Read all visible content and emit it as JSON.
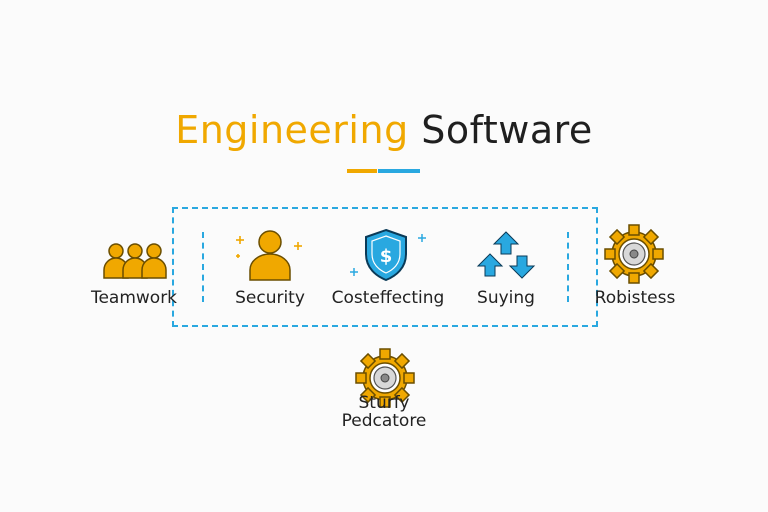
{
  "title": {
    "part1": "Engineering",
    "part2": "Software"
  },
  "colors": {
    "accent_yellow": "#f0a800",
    "accent_blue": "#29a8e0",
    "text": "#222222"
  },
  "items": [
    {
      "label": "Teamwork",
      "icon": "team-icon"
    },
    {
      "label": "Security",
      "icon": "user-icon"
    },
    {
      "label": "Costeffecting",
      "icon": "shield-dollar-icon"
    },
    {
      "label": "Suying",
      "icon": "arrows-icon"
    },
    {
      "label": "Robistess",
      "icon": "gear-icon"
    }
  ],
  "bottom": {
    "label1": "Sturfy",
    "label2": "Pedcatore",
    "icon": "gear-icon"
  }
}
